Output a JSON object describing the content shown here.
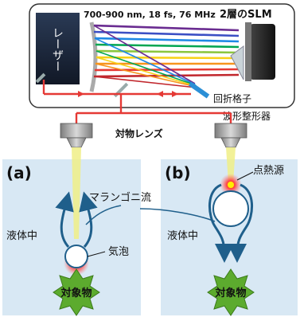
{
  "setup": {
    "laser_label": "レーザー",
    "spec_text": "700-900 nm, 18 fs, 76 MHz",
    "slm_label": "2層のSLM",
    "grating_label": "回折格子",
    "shaper_label": "波形整形器",
    "objective_label": "対物レンズ"
  },
  "panel_a": {
    "label": "(a)",
    "liquid_label": "液体中",
    "marangoni_label": "マランゴニ流",
    "bubble_label": "気泡",
    "target_label": "対象物"
  },
  "panel_b": {
    "label": "(b)",
    "heat_label": "点熱源",
    "liquid_label": "液体中",
    "target_label": "対象物"
  },
  "colors": {
    "laser_beam": "#e53935",
    "liquid_bg": "#d8e8f4",
    "flow_arrow": "#1f5f8b",
    "target_fill": "#5cab2e",
    "beam_cone": "#f0ee86",
    "box_border": "#333333"
  }
}
